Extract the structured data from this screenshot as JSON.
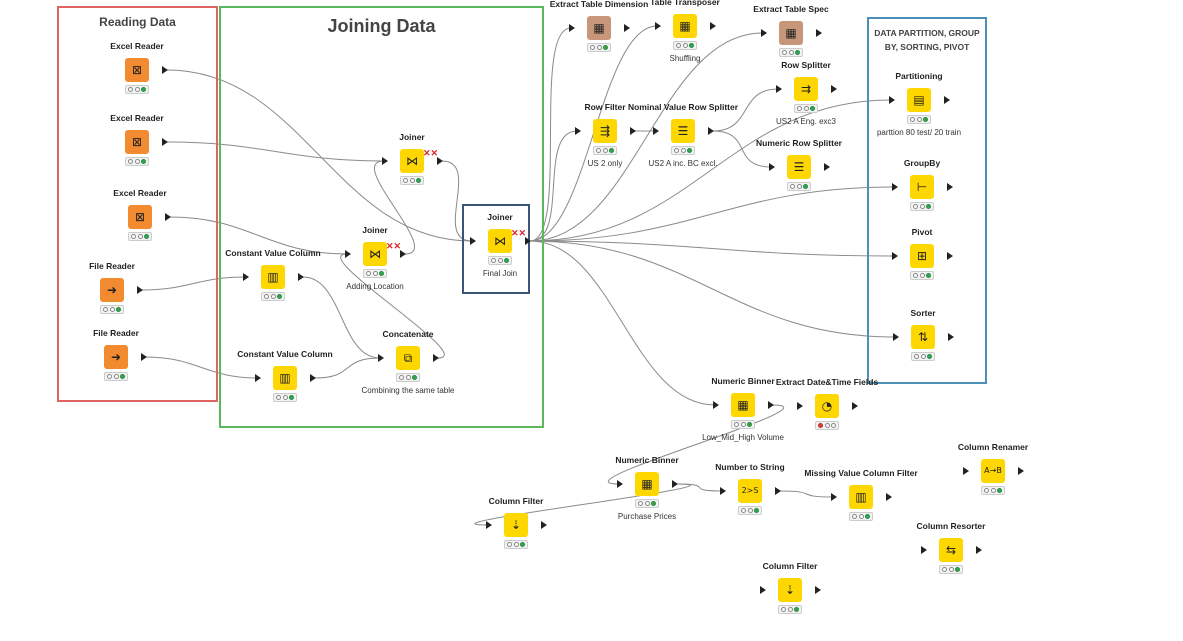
{
  "annotations": {
    "reading": {
      "title": "Reading Data",
      "color": "#e06464"
    },
    "joining": {
      "title": "Joining Data",
      "color": "#5cb85c"
    },
    "final": {
      "title": "",
      "color": "#3b5478"
    },
    "partition": {
      "title": "DATA PARTITION, GROUP BY, SORTING, PIVOT",
      "color": "#4a90b8"
    }
  },
  "colors": {
    "reader": "#f28a2f",
    "manipulator": "#ffd700",
    "transform": "#c8977b",
    "wire": "#8a8a8a"
  },
  "nodes": {
    "excel1": {
      "title": "Excel Reader",
      "label": "",
      "icon": "⊠",
      "type": "reader",
      "status": "green"
    },
    "excel2": {
      "title": "Excel Reader",
      "label": "",
      "icon": "⊠",
      "type": "reader",
      "status": "green"
    },
    "excel3": {
      "title": "Excel Reader",
      "label": "",
      "icon": "⊠",
      "type": "reader",
      "status": "green"
    },
    "file1": {
      "title": "File Reader",
      "label": "",
      "icon": "➜",
      "type": "reader",
      "status": "green"
    },
    "file2": {
      "title": "File Reader",
      "label": "",
      "icon": "➜",
      "type": "reader",
      "status": "green"
    },
    "joiner1": {
      "title": "Joiner",
      "label": "",
      "icon": "⋈",
      "type": "manipulator",
      "status": "green",
      "error": true
    },
    "joiner2": {
      "title": "Joiner",
      "label": "Adding Location",
      "icon": "⋈",
      "type": "manipulator",
      "status": "green",
      "error": true
    },
    "const1": {
      "title": "Constant Value Column",
      "label": "",
      "icon": "▥",
      "type": "manipulator",
      "status": "green"
    },
    "const2": {
      "title": "Constant Value Column",
      "label": "",
      "icon": "▥",
      "type": "manipulator",
      "status": "green"
    },
    "concat": {
      "title": "Concatenate",
      "label": "Combining the same table",
      "icon": "⧉",
      "type": "manipulator",
      "status": "green"
    },
    "finaljoin": {
      "title": "Joiner",
      "label": "Final Join",
      "icon": "⋈",
      "type": "manipulator",
      "status": "green",
      "error": true
    },
    "tabledim": {
      "title": "Extract Table Dimension",
      "label": "",
      "icon": "▦",
      "type": "transform",
      "status": "green"
    },
    "transpose": {
      "title": "Table Transposer",
      "label": "Shuffling",
      "icon": "▦",
      "type": "manipulator",
      "status": "green"
    },
    "tablespec": {
      "title": "Extract Table Spec",
      "label": "",
      "icon": "▦",
      "type": "transform",
      "status": "green"
    },
    "rowsplit": {
      "title": "Row Splitter",
      "label": "US2 A Eng. exc3",
      "icon": "⇉",
      "type": "manipulator",
      "status": "green"
    },
    "rowfilter": {
      "title": "Row Filter",
      "label": "US 2 only",
      "icon": "⇶",
      "type": "manipulator",
      "status": "green"
    },
    "nomsplit": {
      "title": "Nominal Value Row Splitter",
      "label": "US2 A inc. BC excl.",
      "icon": "☰",
      "type": "manipulator",
      "status": "green"
    },
    "numsplit": {
      "title": "Numeric Row Splitter",
      "label": "",
      "icon": "☰",
      "type": "manipulator",
      "status": "green"
    },
    "partitioning": {
      "title": "Partitioning",
      "label": "parttion 80 test/ 20 train",
      "icon": "▤",
      "type": "manipulator",
      "status": "green"
    },
    "groupby": {
      "title": "GroupBy",
      "label": "",
      "icon": "⊢",
      "type": "manipulator",
      "status": "green"
    },
    "pivot": {
      "title": "Pivot",
      "label": "",
      "icon": "⊞",
      "type": "manipulator",
      "status": "green"
    },
    "sorter": {
      "title": "Sorter",
      "label": "",
      "icon": "⇅",
      "type": "manipulator",
      "status": "green"
    },
    "binner1": {
      "title": "Numeric Binner",
      "label": "Low_Mid_High Volume",
      "icon": "▦",
      "type": "manipulator",
      "status": "green"
    },
    "datetime": {
      "title": "Extract Date&Time Fields",
      "label": "",
      "icon": "◔",
      "type": "manipulator",
      "status": "red"
    },
    "binner2": {
      "title": "Numeric Binner",
      "label": "Purchase Prices",
      "icon": "▦",
      "type": "manipulator",
      "status": "green"
    },
    "num2str": {
      "title": "Number to String",
      "label": "",
      "icon": "2>S",
      "type": "manipulator",
      "status": "green"
    },
    "missingfilter": {
      "title": "Missing Value Column Filter",
      "label": "",
      "icon": "▥",
      "type": "manipulator",
      "status": "green"
    },
    "renamer": {
      "title": "Column Renamer",
      "label": "",
      "icon": "A→B",
      "type": "manipulator",
      "status": "green"
    },
    "colfilter1": {
      "title": "Column Filter",
      "label": "",
      "icon": "⇣",
      "type": "manipulator",
      "status": "green"
    },
    "resorter": {
      "title": "Column Resorter",
      "label": "",
      "icon": "⇆",
      "type": "manipulator",
      "status": "green"
    },
    "colfilter2": {
      "title": "Column Filter",
      "label": "",
      "icon": "⇣",
      "type": "manipulator",
      "status": "green"
    }
  }
}
